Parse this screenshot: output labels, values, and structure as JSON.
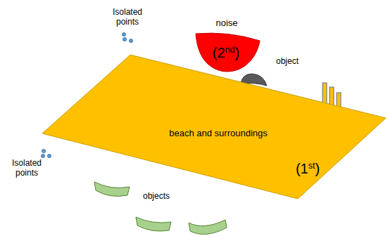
{
  "diagram": {
    "nodes": [
      {
        "text": [
          "beach and surroundings",
          "(1st)"
        ]
      },
      {
        "text": [
          "noise",
          "(2nd)"
        ]
      }
    ],
    "labels": [
      "Isolated points",
      "Isolated points",
      "object",
      "objects"
    ]
  }
}
